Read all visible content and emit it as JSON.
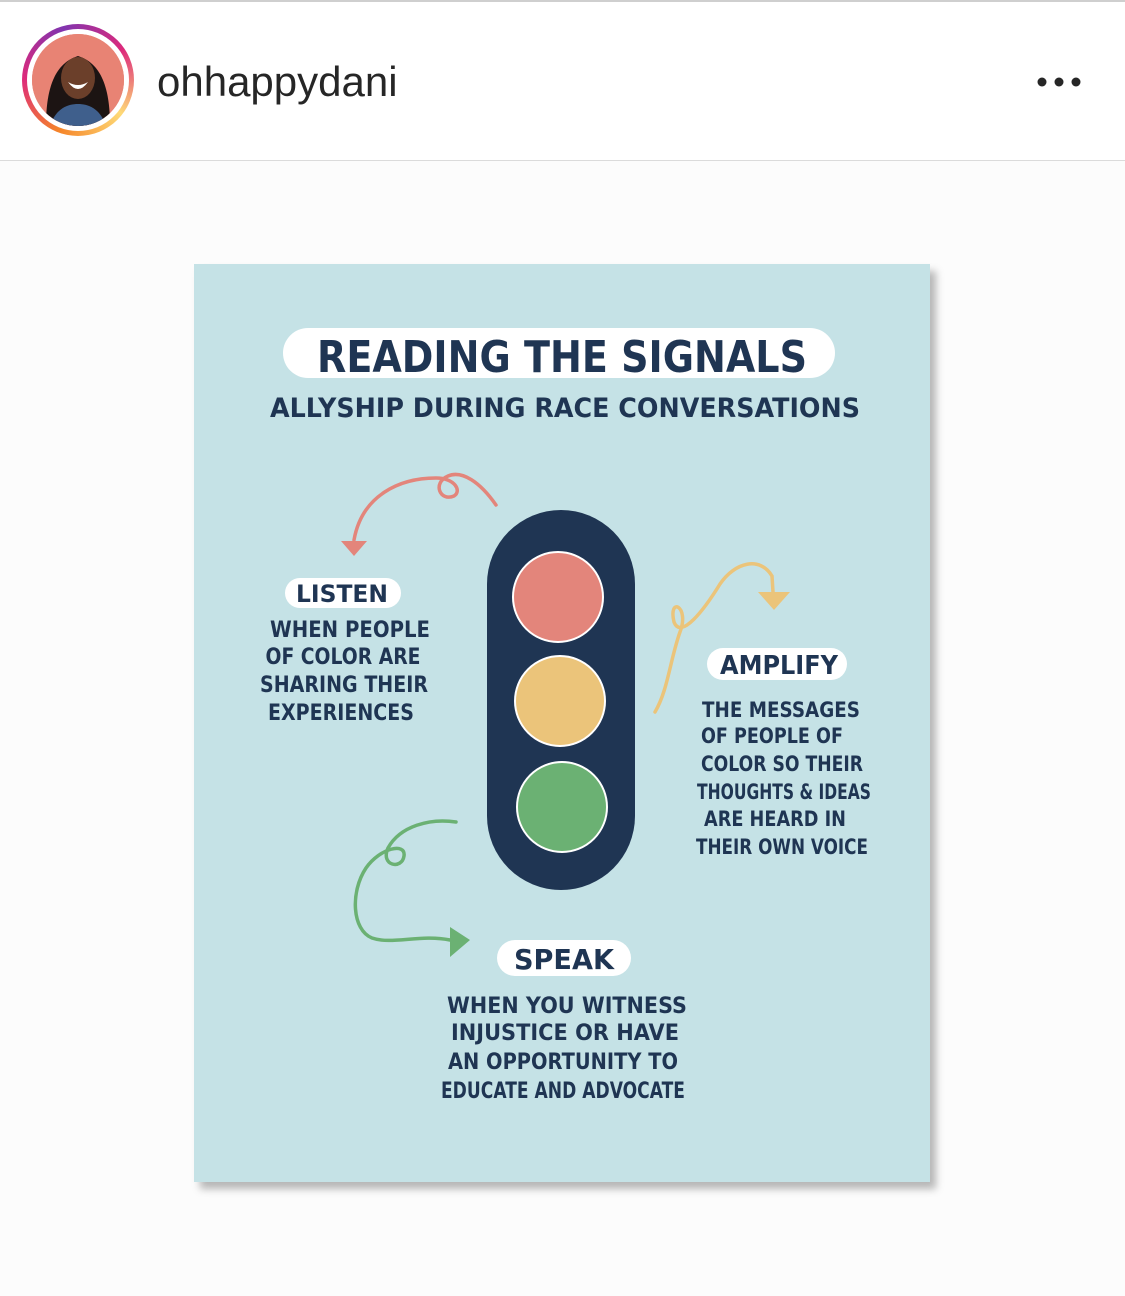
{
  "post": {
    "username": "ohhappydani",
    "more_icon": "more-horizontal-icon"
  },
  "poster": {
    "title": "READING THE SIGNALS",
    "subtitle": "ALLYSHIP DURING RACE CONVERSATIONS",
    "listen": {
      "heading": "LISTEN",
      "lines": [
        "WHEN PEOPLE",
        "OF COLOR ARE",
        "SHARING THEIR",
        "EXPERIENCES"
      ]
    },
    "amplify": {
      "heading": "AMPLIFY",
      "lines": [
        "THE MESSAGES",
        "OF PEOPLE OF",
        "COLOR SO THEIR",
        "THOUGHTS & IDEAS",
        "ARE HEARD IN",
        "THEIR OWN VOICE"
      ]
    },
    "speak": {
      "heading": "SPEAK",
      "lines": [
        "WHEN YOU WITNESS",
        "INJUSTICE OR HAVE",
        "AN OPPORTUNITY TO",
        "EDUCATE AND ADVOCATE"
      ]
    },
    "colors": {
      "background": "#c5e2e6",
      "ink": "#1f3553",
      "red": "#e3857b",
      "yellow": "#ebc47a",
      "green": "#6bb173"
    }
  }
}
